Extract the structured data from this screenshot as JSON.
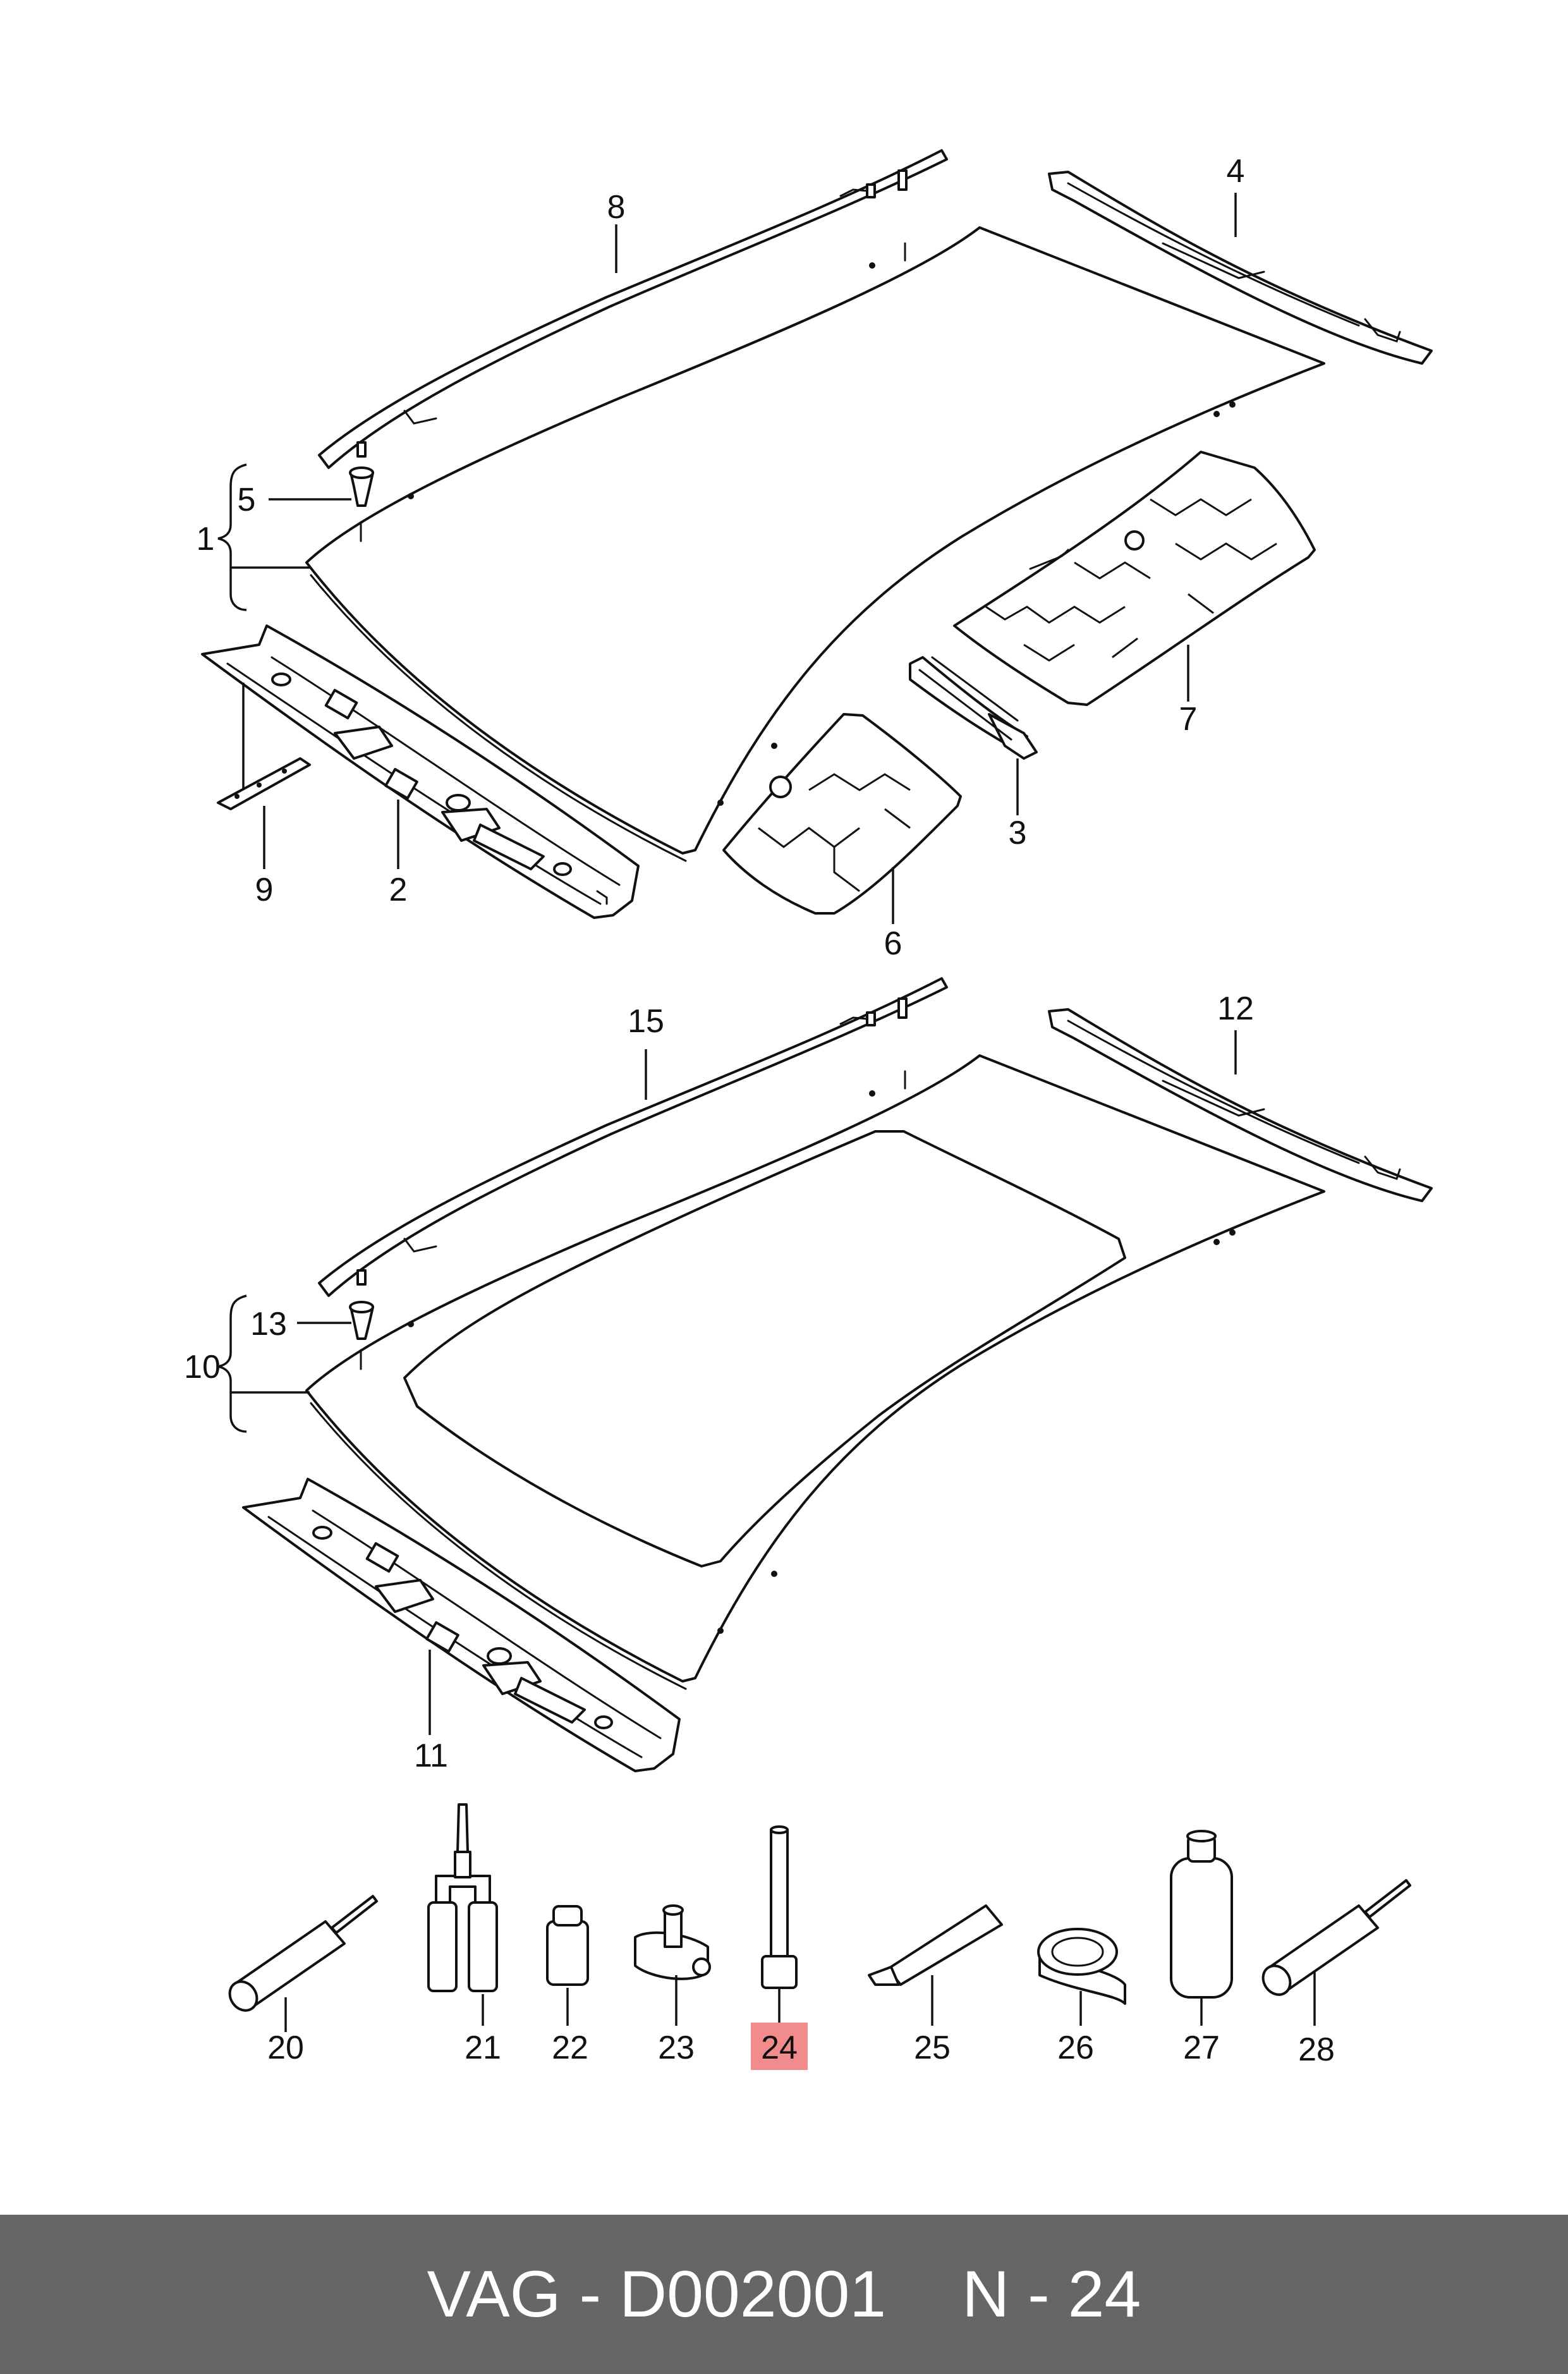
{
  "callouts": {
    "c1": "1",
    "c2": "2",
    "c3": "3",
    "c4": "4",
    "c5": "5",
    "c6": "6",
    "c7": "7",
    "c8": "8",
    "c9": "9",
    "c10": "10",
    "c11": "11",
    "c12": "12",
    "c13": "13",
    "c15": "15",
    "c20": "20",
    "c21": "21",
    "c22": "22",
    "c23": "23",
    "c24": "24",
    "c25": "25",
    "c26": "26",
    "c27": "27",
    "c28": "28"
  },
  "highlight": {
    "callout": "24",
    "color": "#f28b8b"
  },
  "footer": {
    "part_number": "VAG - D002001",
    "position": "N - 24",
    "background": "#666666",
    "text_color": "#ffffff"
  }
}
